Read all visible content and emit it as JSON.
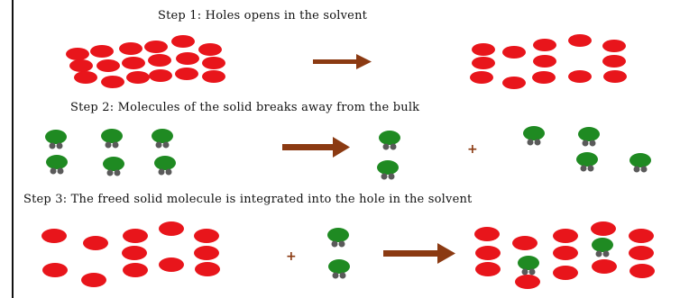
{
  "steps": [
    {
      "label": "Step 1: Holes opens in the solvent"
    },
    {
      "label": "Step 2: Molecules of the solid breaks away from the bulk"
    },
    {
      "label": "Step 3: The freed solid molecule is integrated into the hole in the solvent"
    }
  ],
  "symbols": {
    "plus": "+"
  },
  "colors": {
    "solvent": "#e8151b",
    "solute": "#1f8a22",
    "attached": "#5a5a5a",
    "arrow": "#8b3a12"
  },
  "icons": [
    "arrow-right-icon",
    "plus-icon"
  ]
}
